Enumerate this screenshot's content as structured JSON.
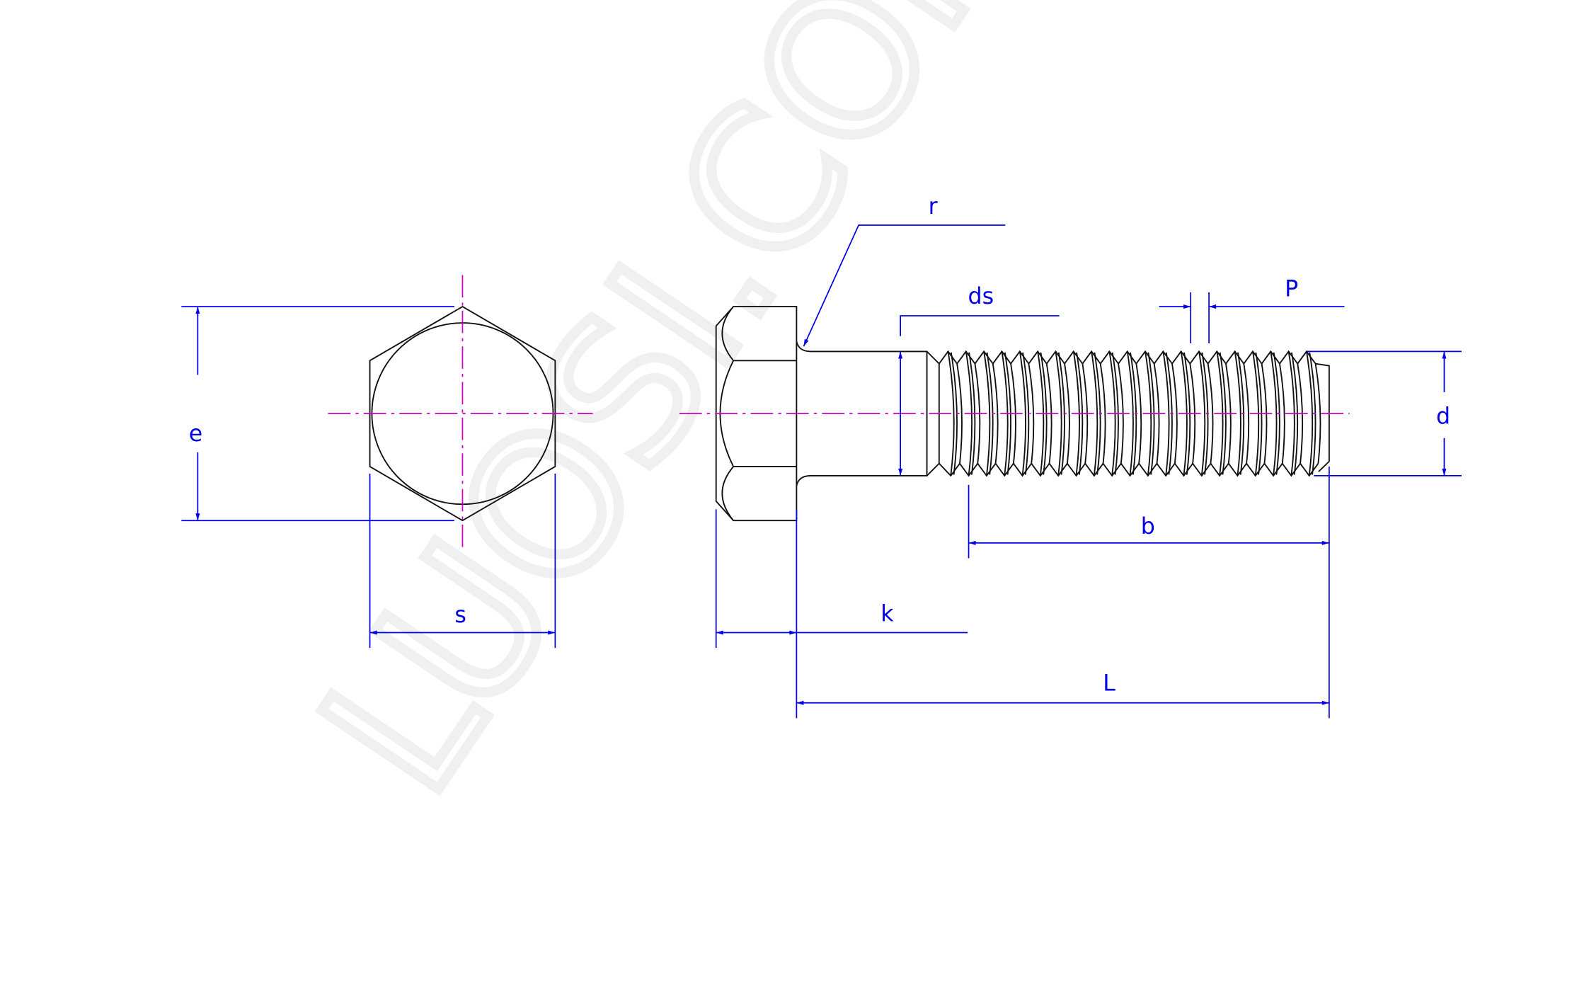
{
  "watermark": "LUOSI.COM",
  "colors": {
    "outline": "#111111",
    "dimension": "#0000e6",
    "centerline": "#d000c0"
  },
  "labels": {
    "e": "e",
    "s": "s",
    "r": "r",
    "ds": "ds",
    "P": "P",
    "d": "d",
    "b": "b",
    "k": "k",
    "L": "L"
  }
}
